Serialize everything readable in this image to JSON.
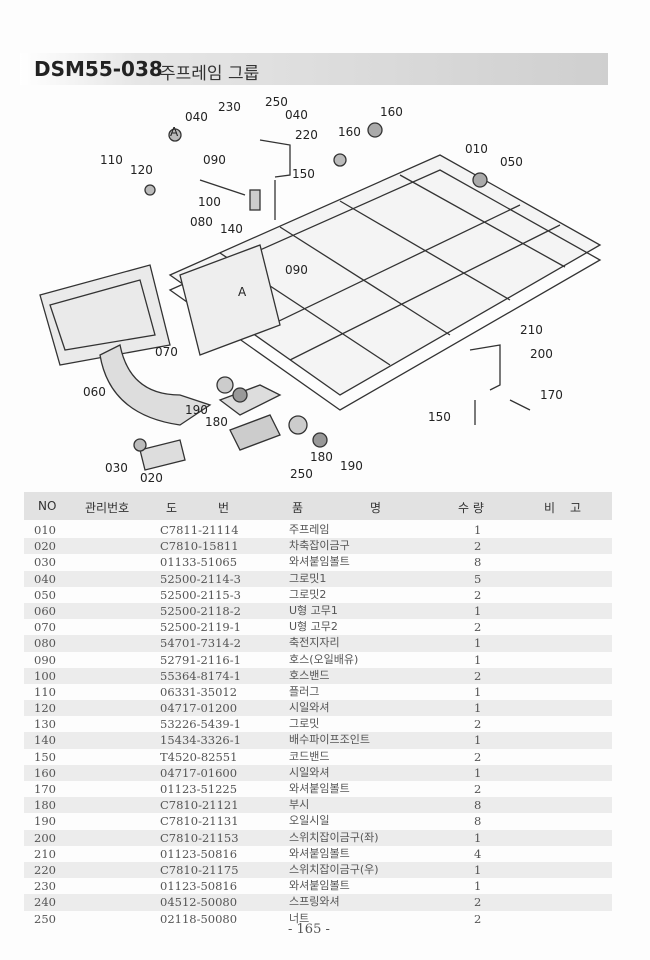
{
  "title": {
    "code": "DSM55-038",
    "name": "주프레임 그룹"
  },
  "callouts": [
    "040",
    "230",
    "250",
    "040",
    "160",
    "220",
    "160",
    "010",
    "050",
    "110",
    "120",
    "090",
    "100",
    "150",
    "080",
    "140",
    "A",
    "090",
    "A",
    "070",
    "060",
    "210",
    "200",
    "190",
    "180",
    "170",
    "150",
    "030",
    "020",
    "250",
    "180",
    "190"
  ],
  "table": {
    "headers": {
      "no": "NO",
      "mgmt": "관리번호",
      "drawing_1": "도",
      "drawing_2": "번",
      "name_1": "품",
      "name_2": "명",
      "qty": "수 량",
      "remark_1": "비",
      "remark_2": "고"
    },
    "rows": [
      {
        "no": "010",
        "part": "C7811-21114",
        "name": "주프레임",
        "qty": "1"
      },
      {
        "no": "020",
        "part": "C7810-15811",
        "name": "차축잡이금구",
        "qty": "2"
      },
      {
        "no": "030",
        "part": "01133-51065",
        "name": "와셔붙임볼트",
        "qty": "8"
      },
      {
        "no": "040",
        "part": "52500-2114-3",
        "name": "그로밋1",
        "qty": "5"
      },
      {
        "no": "050",
        "part": "52500-2115-3",
        "name": "그로밋2",
        "qty": "2"
      },
      {
        "no": "060",
        "part": "52500-2118-2",
        "name": "U형 고무1",
        "qty": "1"
      },
      {
        "no": "070",
        "part": "52500-2119-1",
        "name": "U형 고무2",
        "qty": "2"
      },
      {
        "no": "080",
        "part": "54701-7314-2",
        "name": "축전지자리",
        "qty": "1"
      },
      {
        "no": "090",
        "part": "52791-2116-1",
        "name": "호스(오일배유)",
        "qty": "1"
      },
      {
        "no": "100",
        "part": "55364-8174-1",
        "name": "호스밴드",
        "qty": "2"
      },
      {
        "no": "110",
        "part": "06331-35012",
        "name": "플러그",
        "qty": "1"
      },
      {
        "no": "120",
        "part": "04717-01200",
        "name": "시일와셔",
        "qty": "1"
      },
      {
        "no": "130",
        "part": "53226-5439-1",
        "name": "그로밋",
        "qty": "2"
      },
      {
        "no": "140",
        "part": "15434-3326-1",
        "name": "배수파이프조인트",
        "qty": "1"
      },
      {
        "no": "150",
        "part": "T4520-82551",
        "name": "코드밴드",
        "qty": "2"
      },
      {
        "no": "160",
        "part": "04717-01600",
        "name": "시일와셔",
        "qty": "1"
      },
      {
        "no": "170",
        "part": "01123-51225",
        "name": "와셔붙임볼트",
        "qty": "2"
      },
      {
        "no": "180",
        "part": "C7810-21121",
        "name": "부시",
        "qty": "8"
      },
      {
        "no": "190",
        "part": "C7810-21131",
        "name": "오일시일",
        "qty": "8"
      },
      {
        "no": "200",
        "part": "C7810-21153",
        "name": "스위치잡이금구(좌)",
        "qty": "1"
      },
      {
        "no": "210",
        "part": "01123-50816",
        "name": "와셔붙임볼트",
        "qty": "4"
      },
      {
        "no": "220",
        "part": "C7810-21175",
        "name": "스위치잡이금구(우)",
        "qty": "1"
      },
      {
        "no": "230",
        "part": "01123-50816",
        "name": "와셔붙임볼트",
        "qty": "1"
      },
      {
        "no": "240",
        "part": "04512-50080",
        "name": "스프링와셔",
        "qty": "2"
      },
      {
        "no": "250",
        "part": "02118-50080",
        "name": "너트",
        "qty": "2"
      }
    ]
  },
  "page_number": "- 165 -"
}
